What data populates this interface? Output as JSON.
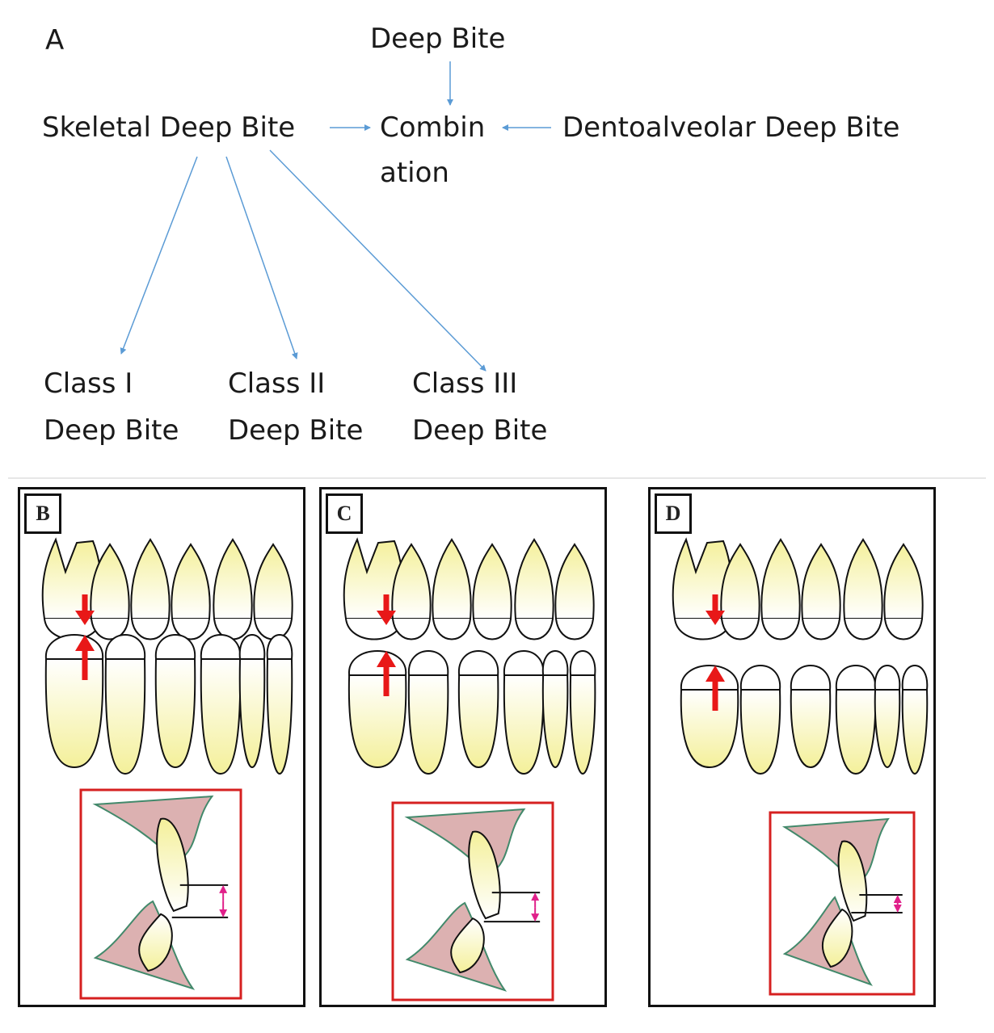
{
  "panel_a": {
    "label": "A",
    "top_node": "Deep Bite",
    "left_node": "Skeletal Deep Bite",
    "center_node_line1": "Combin",
    "center_node_line2": "ation",
    "right_node": "Dentoalveolar Deep Bite",
    "class_nodes": [
      {
        "line1": "Class I",
        "line2": "Deep Bite"
      },
      {
        "line1": "Class II",
        "line2": "Deep Bite"
      },
      {
        "line1": "Class III",
        "line2": "Deep Bite"
      }
    ]
  },
  "panels": [
    {
      "label": "B"
    },
    {
      "label": "C"
    },
    {
      "label": "D"
    }
  ],
  "colors": {
    "arrow_blue": "#5b9bd5",
    "force_arrow": "#e81818",
    "tooth_fill_top": "#f4f09a",
    "tooth_fill_bottom": "#ffffff",
    "gum": "#d9a9a9",
    "gum_outline": "#2e7d5b",
    "inset_border": "#d62020",
    "overbite_marker": "#e0208a"
  }
}
